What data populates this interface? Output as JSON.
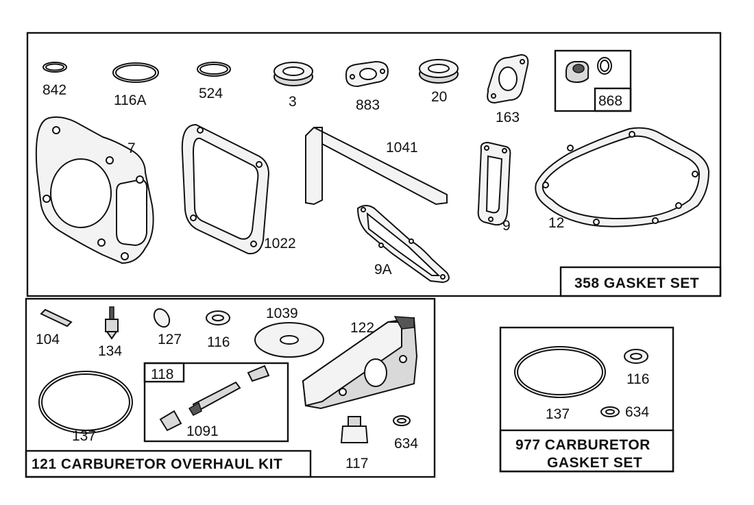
{
  "kits": {
    "gasket_set": {
      "title": "358 GASKET SET",
      "parts": [
        "842",
        "116A",
        "524",
        "3",
        "883",
        "20",
        "163",
        "868",
        "7",
        "1022",
        "1041",
        "9A",
        "9",
        "12"
      ]
    },
    "overhaul_kit": {
      "title": "121 CARBURETOR OVERHAUL KIT",
      "parts": [
        "104",
        "134",
        "127",
        "116",
        "1039",
        "122",
        "118",
        "1091",
        "137",
        "117",
        "634"
      ]
    },
    "carb_gasket_set": {
      "title_line1": "977 CARBURETOR",
      "title_line2": "GASKET SET",
      "parts": [
        "116",
        "137",
        "634"
      ]
    }
  }
}
